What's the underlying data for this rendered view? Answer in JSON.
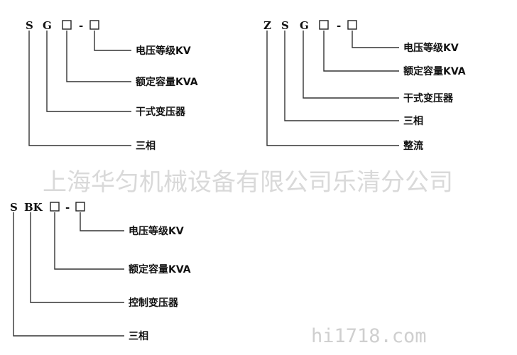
{
  "watermark": {
    "company": "上海华匀机械设备有限公司乐清分公司",
    "site": "hi1718.com"
  },
  "diagram_sg": {
    "code_s": "S",
    "code_g": "G",
    "dash": "-",
    "labels": [
      "电压等级KV",
      "额定容量KVA",
      "干式变压器",
      "三相"
    ]
  },
  "diagram_zsg": {
    "code_z": "Z",
    "code_s": "S",
    "code_g": "G",
    "dash": "-",
    "labels": [
      "电压等级KV",
      "额定容量KVA",
      "干式变压器",
      "三相",
      "整流"
    ]
  },
  "diagram_sbk": {
    "code_s": "S",
    "code_bk": "BK",
    "dash": "-",
    "labels": [
      "电压等级KV",
      "额定容量KVA",
      "控制变压器",
      "三相"
    ]
  }
}
